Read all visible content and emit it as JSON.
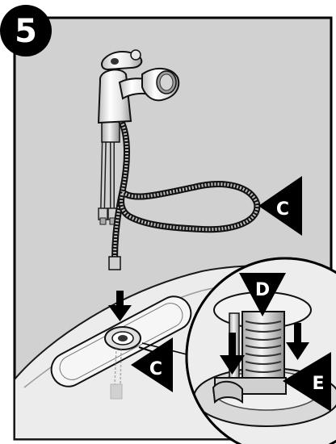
{
  "step": {
    "number": "5"
  },
  "callouts": {
    "hose": "C",
    "plate": "C",
    "nut": "D",
    "clip": "E"
  },
  "colors": {
    "panel_gray": "#d1d1d1",
    "sink_light": "#ececec",
    "callout_black": "#000000",
    "outline": "#1a1a1a"
  },
  "icons": {
    "step_badge": "black-circle-badge",
    "callout_marker": "black-triangle-pointer",
    "install_arrow": "down-arrow"
  }
}
